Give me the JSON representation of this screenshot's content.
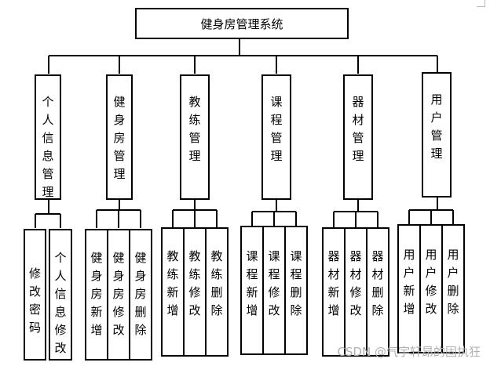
{
  "diagram": {
    "root": "健身房管理系统",
    "modules": [
      {
        "label": "个人信息管理",
        "children": [
          "修改密码",
          "个人信息修改"
        ]
      },
      {
        "label": "健身房管理",
        "children": [
          "健身房新增",
          "健身房修改",
          "健身房删除"
        ]
      },
      {
        "label": "教练管理",
        "children": [
          "教练新增",
          "教练修改",
          "教练删除"
        ]
      },
      {
        "label": "课程管理",
        "children": [
          "课程新增",
          "课程修改",
          "课程删除"
        ]
      },
      {
        "label": "器材管理",
        "children": [
          "器材新增",
          "器材修改",
          "器材删除"
        ]
      },
      {
        "label": "用户管理",
        "children": [
          "用户新增",
          "用户修改",
          "用户删除"
        ]
      }
    ]
  },
  "watermark": "CSDN @气宇轩昂的固执狂"
}
